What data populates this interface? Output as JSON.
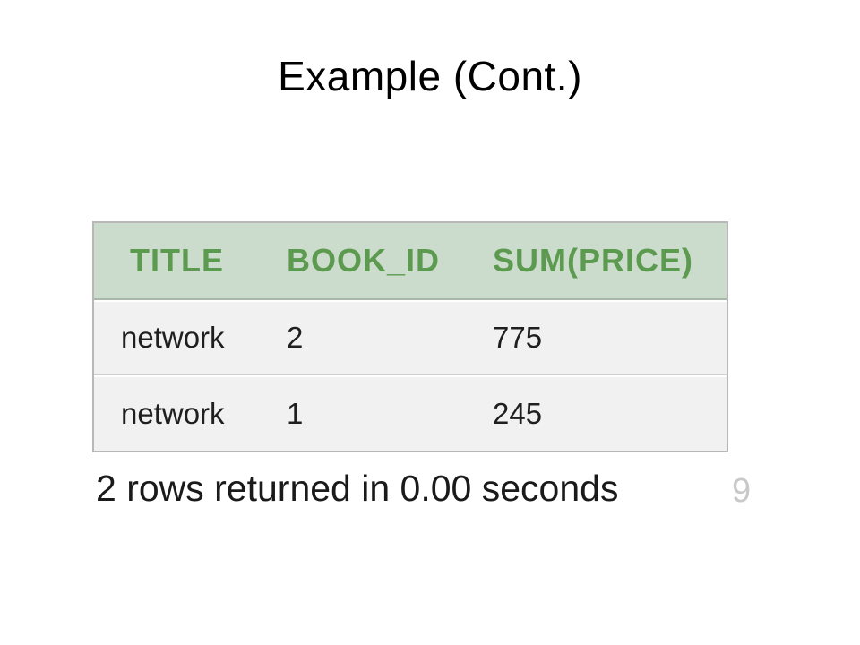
{
  "slide": {
    "title": "Example (Cont.)"
  },
  "table": {
    "columns": [
      "TITLE",
      "BOOK_ID",
      "SUM(PRICE)"
    ],
    "rows": [
      [
        "network",
        "2",
        "775"
      ],
      [
        "network",
        "1",
        "245"
      ]
    ]
  },
  "status": {
    "text": "2 rows returned in 0.00 seconds",
    "edge_fragment": "9"
  },
  "colors": {
    "header_background": "#ccdccc",
    "header_text": "#5c9a50",
    "row_background": "#f1f1f1"
  }
}
